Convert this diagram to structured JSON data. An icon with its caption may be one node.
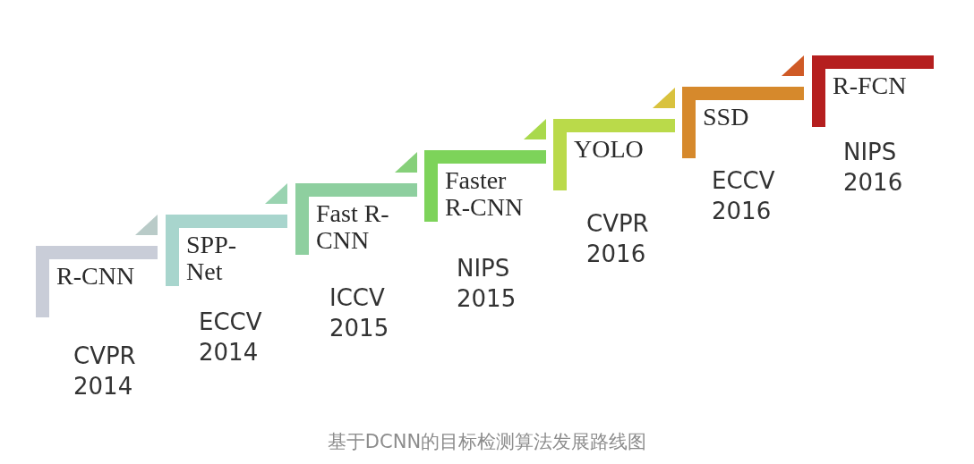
{
  "diagram": {
    "caption": "基于DCNN的目标检测算法发展路线图",
    "nodes": [
      {
        "text": [
          "R-CNN"
        ],
        "beside": [
          "CVPR 2014"
        ]
      },
      {
        "text": [
          "SPP-Net"
        ],
        "beside": [
          "ECCV 2014"
        ]
      },
      {
        "text": [
          "Fast R-CNN"
        ],
        "beside": [
          "ICCV 2015"
        ]
      },
      {
        "text": [
          "Faster R-CNN"
        ],
        "beside": [
          "NIPS 2015"
        ]
      },
      {
        "text": [
          "YOLO"
        ],
        "beside": [
          "CVPR 2016"
        ]
      },
      {
        "text": [
          "SSD"
        ],
        "beside": [
          "ECCV 2016"
        ]
      },
      {
        "text": [
          "R-FCN"
        ],
        "beside": [
          "NIPS 2016"
        ]
      }
    ]
  }
}
